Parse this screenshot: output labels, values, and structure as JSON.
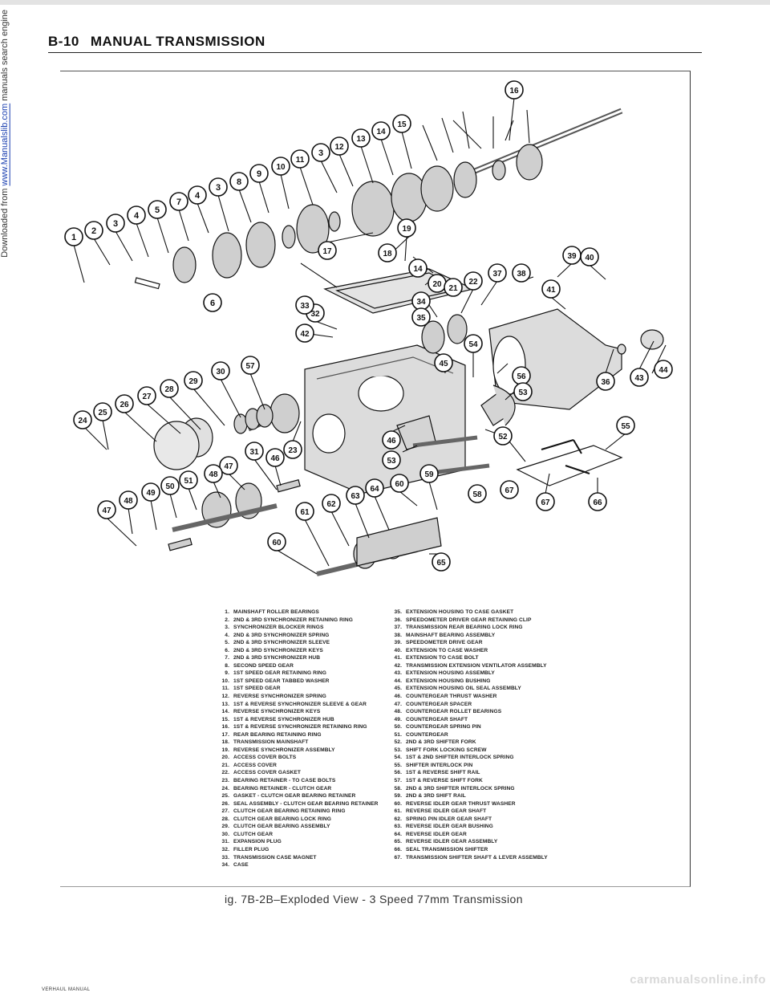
{
  "download_banner": {
    "prefix": "Downloaded from ",
    "link": "www.Manualslib.com",
    "suffix": " manuals search engine"
  },
  "header": {
    "page_number": "B-10",
    "title": "MANUAL TRANSMISSION"
  },
  "callouts": [
    "1",
    "2",
    "3",
    "4",
    "5",
    "6",
    "7",
    "4",
    "3",
    "8",
    "9",
    "10",
    "11",
    "3",
    "12",
    "13",
    "14",
    "15",
    "16",
    "17",
    "18",
    "19",
    "14",
    "20",
    "21",
    "22",
    "37",
    "38",
    "39",
    "40",
    "41",
    "42",
    "32",
    "33",
    "34",
    "35",
    "36",
    "43",
    "44",
    "45",
    "54",
    "56",
    "53",
    "57",
    "30",
    "29",
    "28",
    "27",
    "26",
    "25",
    "24",
    "23",
    "46",
    "31",
    "47",
    "48",
    "51",
    "50",
    "49",
    "48",
    "47",
    "46",
    "53",
    "52",
    "55",
    "67",
    "58",
    "67",
    "66",
    "59",
    "60",
    "64",
    "63",
    "62",
    "61",
    "60",
    "65"
  ],
  "legend_left": [
    {
      "n": "1.",
      "text": "MAINSHAFT ROLLER BEARINGS"
    },
    {
      "n": "2.",
      "text": "2ND & 3RD SYNCHRONIZER RETAINING RING"
    },
    {
      "n": "3.",
      "text": "SYNCHRONIZER BLOCKER RINGS"
    },
    {
      "n": "4.",
      "text": "2ND & 3RD SYNCHRONIZER SPRING"
    },
    {
      "n": "5.",
      "text": "2ND & 3RD SYNCHRONIZER SLEEVE"
    },
    {
      "n": "6.",
      "text": "2ND & 3RD SYNCHRONIZER KEYS"
    },
    {
      "n": "7.",
      "text": "2ND & 3RD SYNCHRONIZER HUB"
    },
    {
      "n": "8.",
      "text": "SECOND SPEED GEAR"
    },
    {
      "n": "9.",
      "text": "1ST SPEED GEAR RETAINING RING"
    },
    {
      "n": "10.",
      "text": "1ST SPEED GEAR TABBED WASHER"
    },
    {
      "n": "11.",
      "text": "1ST SPEED GEAR"
    },
    {
      "n": "12.",
      "text": "REVERSE SYNCHRONIZER SPRING"
    },
    {
      "n": "13.",
      "text": "1ST & REVERSE SYNCHRONIZER SLEEVE & GEAR"
    },
    {
      "n": "14.",
      "text": "REVERSE SYNCHRONIZER KEYS"
    },
    {
      "n": "15.",
      "text": "1ST & REVERSE SYNCHRONIZER HUB"
    },
    {
      "n": "16.",
      "text": "1ST & REVERSE SYNCHRONIZER RETAINING RING"
    },
    {
      "n": "17.",
      "text": "REAR BEARING RETAINING RING"
    },
    {
      "n": "18.",
      "text": "TRANSMISSION MAINSHAFT"
    },
    {
      "n": "19.",
      "text": "REVERSE SYNCHRONIZER ASSEMBLY"
    },
    {
      "n": "20.",
      "text": "ACCESS COVER BOLTS"
    },
    {
      "n": "21.",
      "text": "ACCESS COVER"
    },
    {
      "n": "22.",
      "text": "ACCESS COVER GASKET"
    },
    {
      "n": "23.",
      "text": "BEARING RETAINER - TO CASE BOLTS"
    },
    {
      "n": "24.",
      "text": "BEARING RETAINER - CLUTCH GEAR"
    },
    {
      "n": "25.",
      "text": "GASKET - CLUTCH GEAR BEARING RETAINER"
    },
    {
      "n": "26.",
      "text": "SEAL ASSEMBLY - CLUTCH GEAR BEARING RETAINER"
    },
    {
      "n": "27.",
      "text": "CLUTCH GEAR BEARING RETAINING RING"
    },
    {
      "n": "28.",
      "text": "CLUTCH GEAR BEARING LOCK RING"
    },
    {
      "n": "29.",
      "text": "CLUTCH GEAR BEARING ASSEMBLY"
    },
    {
      "n": "30.",
      "text": "CLUTCH GEAR"
    },
    {
      "n": "31.",
      "text": "EXPANSION PLUG"
    },
    {
      "n": "32.",
      "text": "FILLER PLUG"
    },
    {
      "n": "33.",
      "text": "TRANSMISSION CASE MAGNET"
    },
    {
      "n": "34.",
      "text": "CASE"
    }
  ],
  "legend_right": [
    {
      "n": "35.",
      "text": "EXTENSION HOUSING TO CASE GASKET"
    },
    {
      "n": "36.",
      "text": "SPEEDOMETER DRIVER GEAR RETAINING CLIP"
    },
    {
      "n": "37.",
      "text": "TRANSMISSION REAR BEARING LOCK RING"
    },
    {
      "n": "38.",
      "text": "MAINSHAFT BEARING ASSEMBLY"
    },
    {
      "n": "39.",
      "text": "SPEEDOMETER DRIVE GEAR"
    },
    {
      "n": "40.",
      "text": "EXTENSION TO CASE WASHER"
    },
    {
      "n": "41.",
      "text": "EXTENSION TO CASE BOLT"
    },
    {
      "n": "42.",
      "text": "TRANSMISSION EXTENSION VENTILATOR ASSEMBLY"
    },
    {
      "n": "43.",
      "text": "EXTENSION HOUSING ASSEMBLY"
    },
    {
      "n": "44.",
      "text": "EXTENSION HOUSING BUSHING"
    },
    {
      "n": "45.",
      "text": "EXTENSION HOUSING OIL SEAL ASSEMBLY"
    },
    {
      "n": "46.",
      "text": "COUNTERGEAR THRUST WASHER"
    },
    {
      "n": "47.",
      "text": "COUNTERGEAR SPACER"
    },
    {
      "n": "48.",
      "text": "COUNTERGEAR ROLLET BEARINGS"
    },
    {
      "n": "49.",
      "text": "COUNTERGEAR SHAFT"
    },
    {
      "n": "50.",
      "text": "COUNTERGEAR SPRING PIN"
    },
    {
      "n": "51.",
      "text": "COUNTERGEAR"
    },
    {
      "n": "52.",
      "text": "2ND & 3RD SHIFTER FORK"
    },
    {
      "n": "53.",
      "text": "SHIFT FORK LOCKING SCREW"
    },
    {
      "n": "54.",
      "text": "1ST & 2ND SHIFTER INTERLOCK SPRING"
    },
    {
      "n": "55.",
      "text": "SHIFTER INTERLOCK PIN"
    },
    {
      "n": "56.",
      "text": "1ST & REVERSE SHIFT RAIL"
    },
    {
      "n": "57.",
      "text": "1ST & REVERSE SHIFT FORK"
    },
    {
      "n": "58.",
      "text": "2ND & 3RD SHIFTER INTERLOCK SPRING"
    },
    {
      "n": "59.",
      "text": "2ND & 3RD SHIFT RAIL"
    },
    {
      "n": "60.",
      "text": "REVERSE IDLER GEAR THRUST WASHER"
    },
    {
      "n": "61.",
      "text": "REVERSE IDLER GEAR SHAFT"
    },
    {
      "n": "62.",
      "text": "SPRING PIN IDLER GEAR SHAFT"
    },
    {
      "n": "63.",
      "text": "REVERSE IDLER GEAR BUSHING"
    },
    {
      "n": "64.",
      "text": "REVERSE IDLER GEAR"
    },
    {
      "n": "65.",
      "text": "REVERSE IDLER GEAR ASSEMBLY"
    },
    {
      "n": "66.",
      "text": "SEAL TRANSMISSION SHIFTER"
    },
    {
      "n": "67.",
      "text": "TRANSMISSION SHIFTER SHAFT & LEVER ASSEMBLY"
    }
  ],
  "caption": "ig. 7B-2B–Exploded View - 3 Speed 77mm Transmission",
  "footer": "VERHAUL MANUAL",
  "watermark": "carmanualsonline.info",
  "colors": {
    "ink": "#111111",
    "part_gray": "#9a9a9a",
    "banner_link": "#1a3fb0"
  }
}
